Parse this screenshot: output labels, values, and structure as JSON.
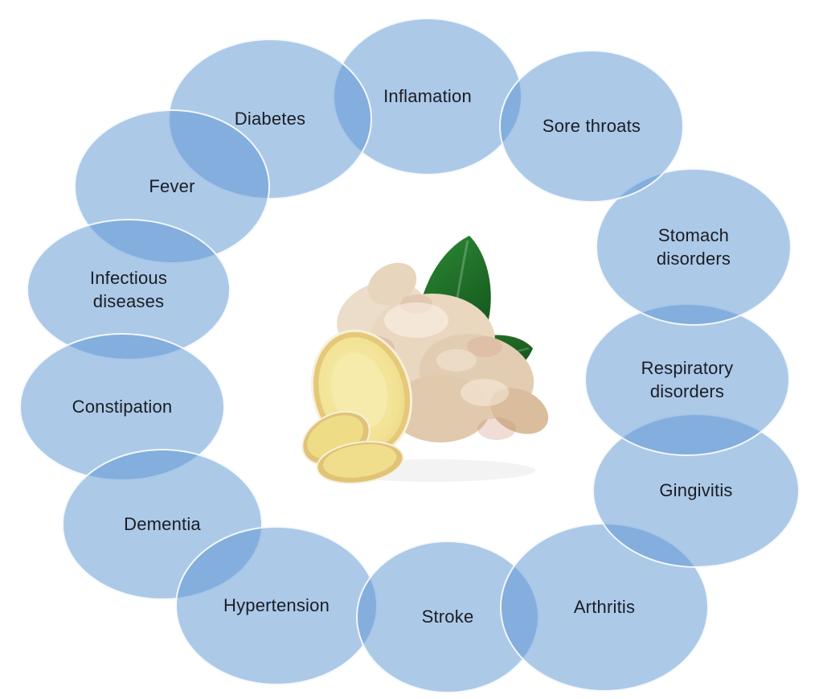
{
  "diagram": {
    "type": "circular-ellipse-diagram",
    "subject": "Health conditions arranged around a ginger root image",
    "center_image_alt": "Fresh ginger rhizome with two green leaves and yellow cut slices",
    "nodes": [
      {
        "label": "Inflamation"
      },
      {
        "label": "Sore throats"
      },
      {
        "label": "Stomach disorders"
      },
      {
        "label": "Respiratory disorders"
      },
      {
        "label": "Gingivitis"
      },
      {
        "label": "Arthritis"
      },
      {
        "label": "Stroke"
      },
      {
        "label": "Hypertension"
      },
      {
        "label": "Dementia"
      },
      {
        "label": "Constipation"
      },
      {
        "label": "Infectious diseases"
      },
      {
        "label": "Fever"
      },
      {
        "label": "Diabetes"
      }
    ],
    "colors": {
      "ellipse_fill": "rgba(89,147,209,0.5)",
      "ellipse_outline": "rgba(255,255,255,0.9)",
      "label_text": "#1b1d22",
      "background": "#ffffff",
      "ellipse_rendered": "#acc9e8",
      "ellipse_overlap_rendered": "#85add6"
    }
  }
}
